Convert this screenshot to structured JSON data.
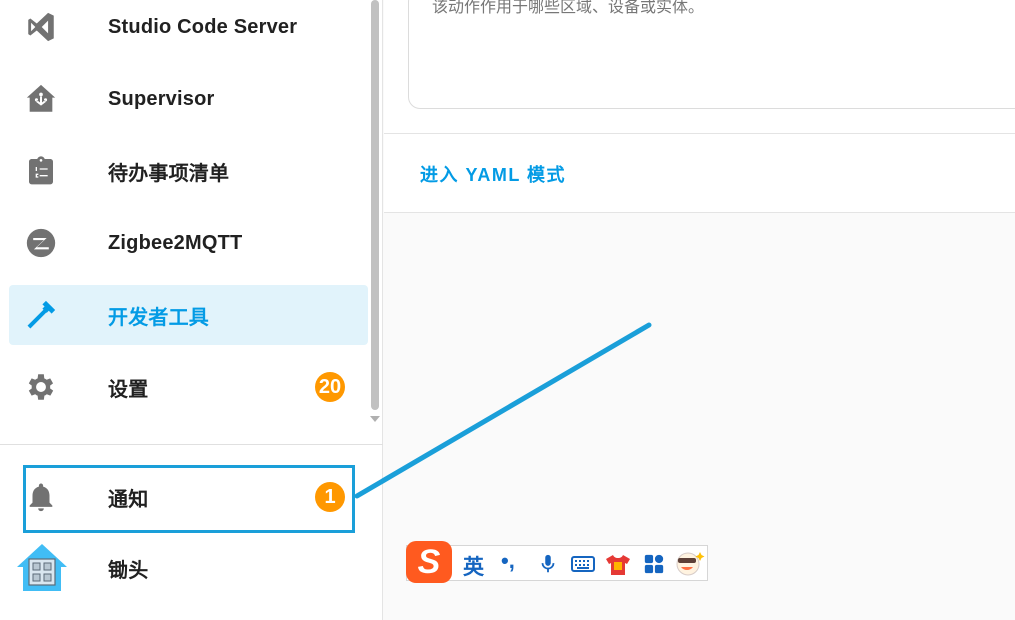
{
  "sidebar": {
    "items": [
      {
        "label": "Studio Code Server",
        "icon": "vscode-icon"
      },
      {
        "label": "Supervisor",
        "icon": "home-assistant-supervisor-icon"
      },
      {
        "label": "待办事项清单",
        "icon": "clipboard-list-icon"
      },
      {
        "label": "Zigbee2MQTT",
        "icon": "zigbee-icon"
      },
      {
        "label": "开发者工具",
        "icon": "hammer-icon",
        "active": true
      },
      {
        "label": "设置",
        "icon": "gear-icon",
        "badge": "20"
      }
    ],
    "bottom_items": [
      {
        "label": "通知",
        "icon": "bell-icon",
        "badge": "1"
      },
      {
        "label": "锄头",
        "icon": "user-avatar-icon"
      }
    ]
  },
  "main": {
    "helper_text": "该动作作用于哪些区域、设备或实体。",
    "yaml_button": "进入 YAML 模式"
  },
  "ime_toolbar": {
    "logo": "S",
    "mode": "英",
    "punct": "•,",
    "icons": [
      "microphone-icon",
      "keyboard-icon",
      "skin-shirt-icon",
      "apps-grid-icon",
      "mascot-icon"
    ]
  },
  "colors": {
    "accent": "#039be5",
    "active_bg": "#e1f3fb",
    "badge": "#ff9800",
    "annotation": "#1a9fd9"
  }
}
